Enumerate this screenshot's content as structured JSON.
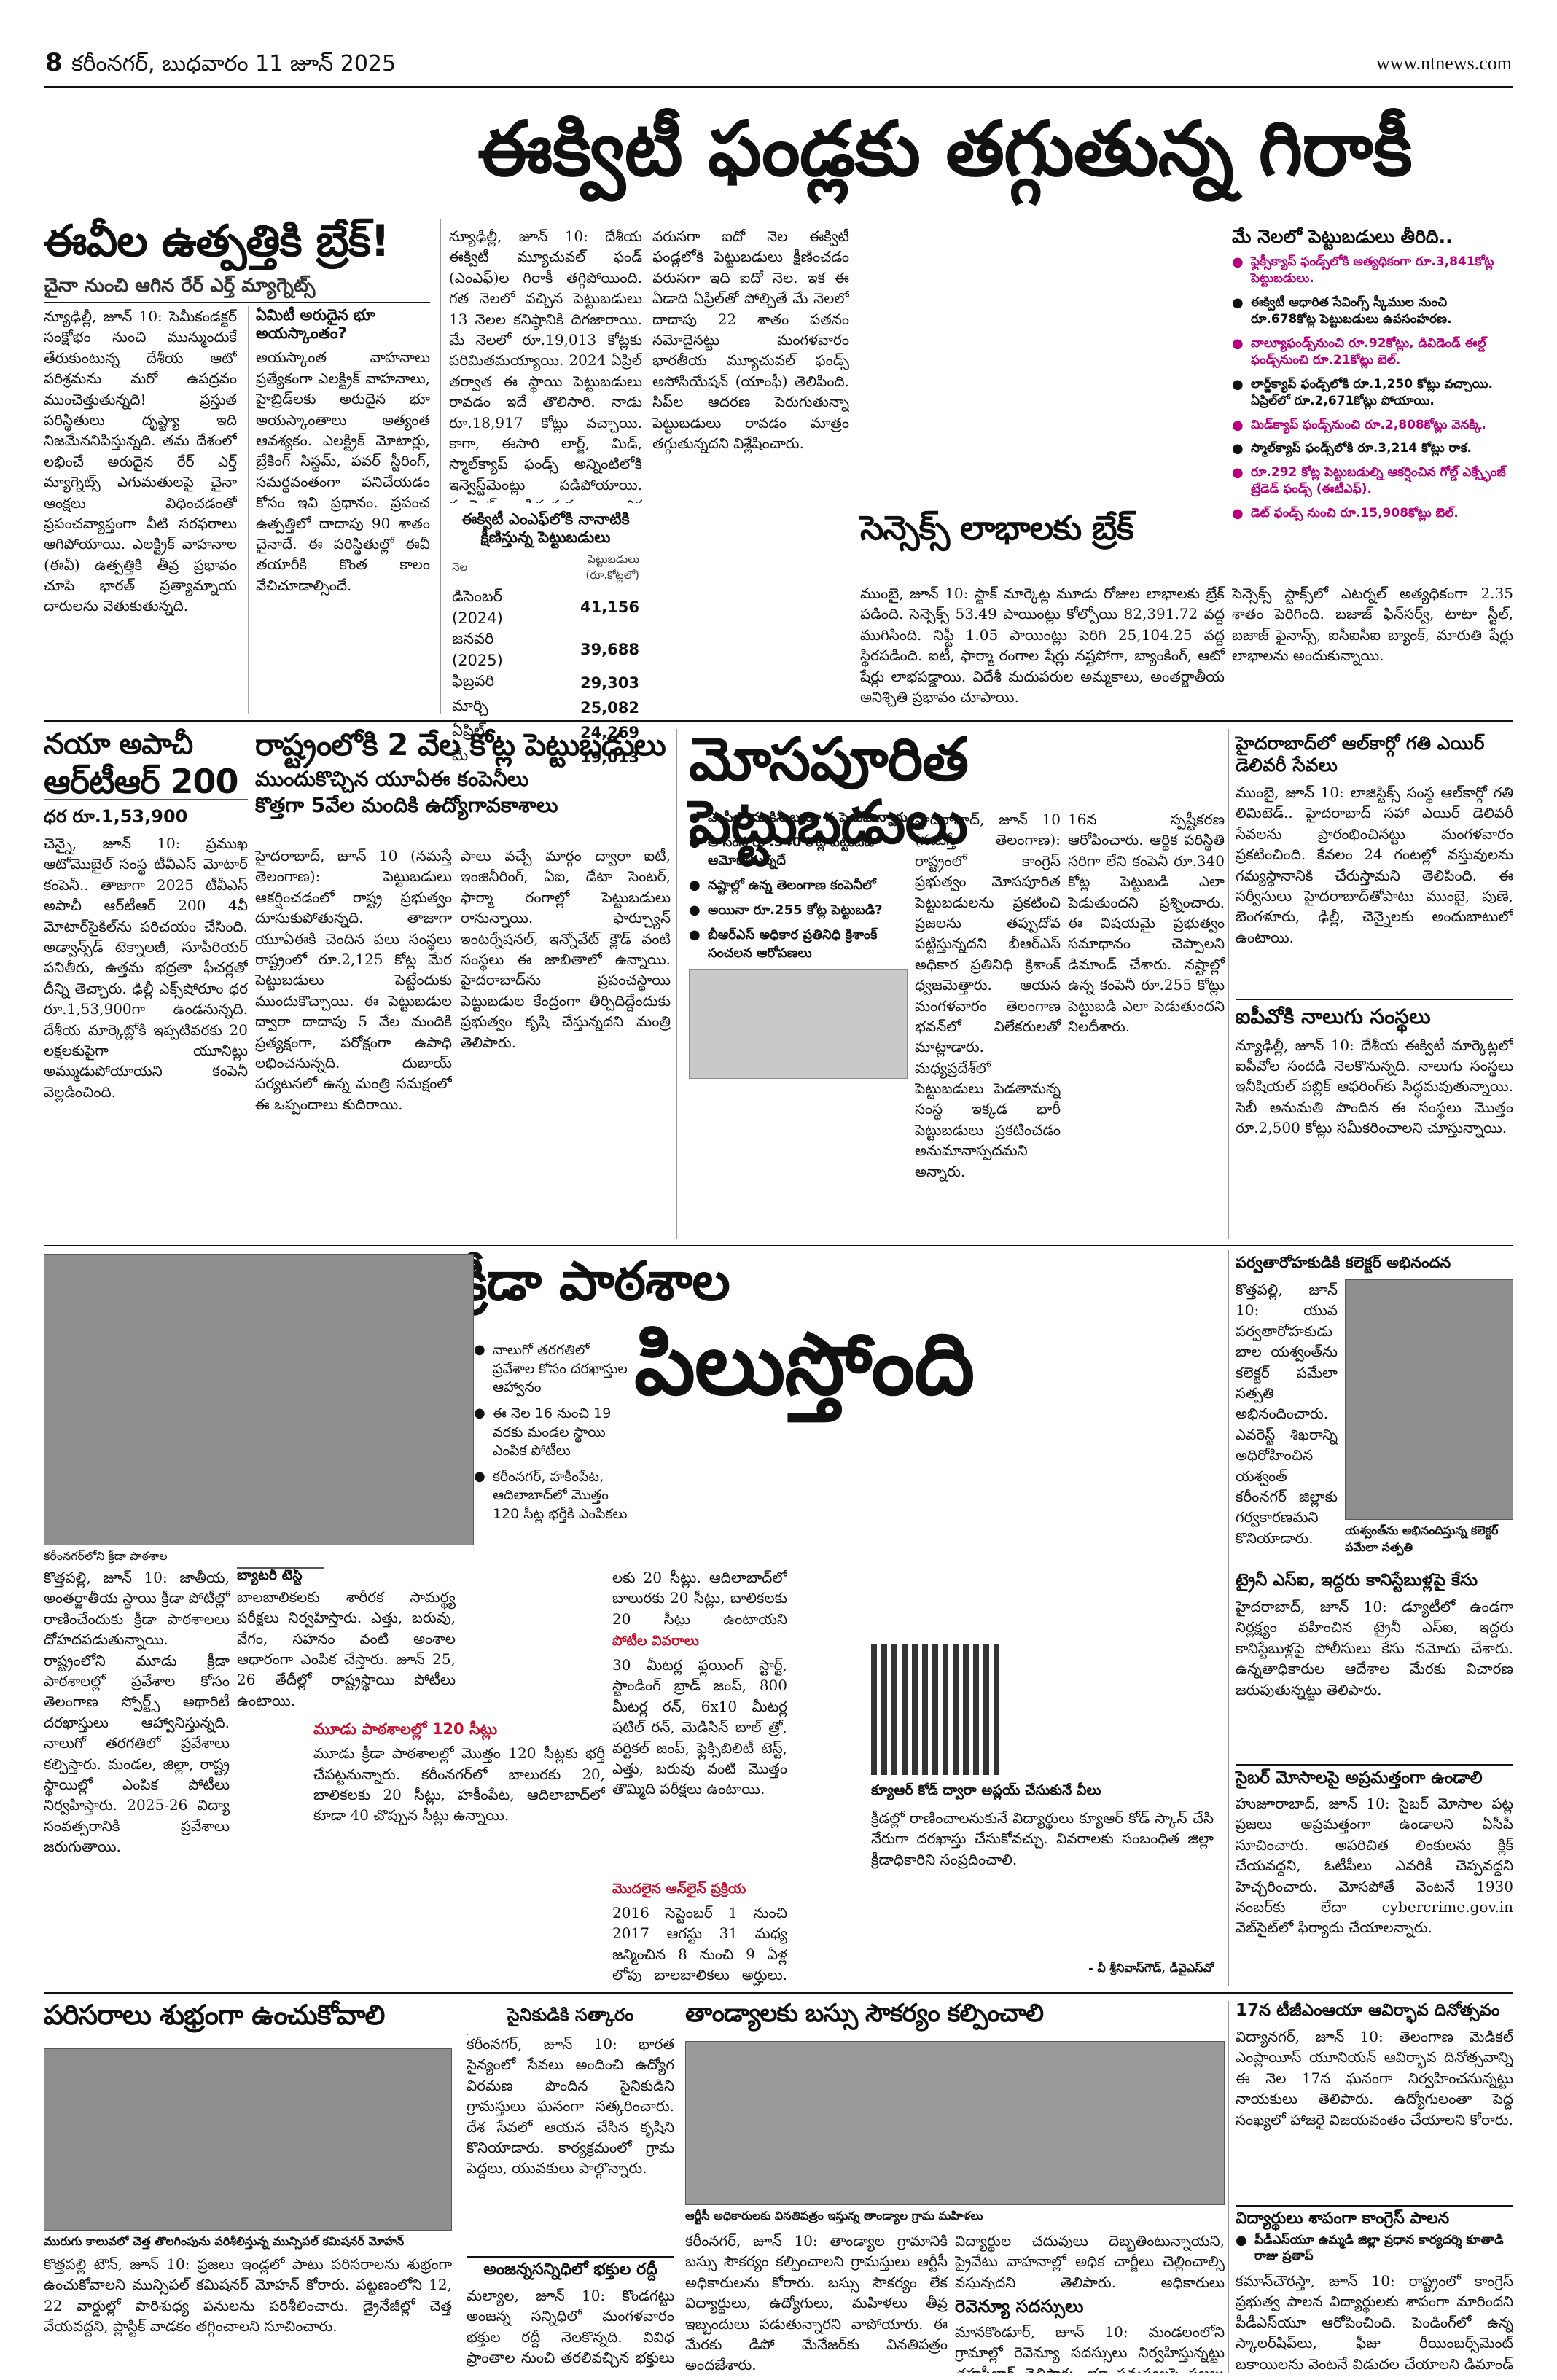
{
  "masthead": {
    "page_number": "8",
    "date_line": "కరీంనగర్, బుధవారం 11 జూన్ 2025",
    "website": "www.ntnews.com"
  },
  "lead": {
    "headline": "ఈక్విటీ ఫండ్లకు తగ్గుతున్న గిరాకీ",
    "sub_headline": "మే నెలలో పెట్టుబడులు తీరిది..",
    "body": "న్యూఢిల్లీ, జూన్ 10: దేశీయ ఈక్విటీ మ్యూచువల్ ఫండ్ (ఎంఎఫ్)ల గిరాకీ తగ్గిపోయింది. గత నెలలో వచ్చిన పెట్టుబడులు 13 నెలల కనిష్ఠానికి దిగజారాయి. మే నెలలో రూ.19,013 కోట్లకు పరిమితమయ్యాయి. 2024 ఏప్రిల్ తర్వాత ఈ స్థాయి పెట్టుబడులు రావడం ఇదే తొలిసారి. నాడు రూ.18,917 కోట్లు వచ్చాయి. కాగా, ఈసారి లార్జ్, మిడ్, స్మాల్‌క్యాప్ ఫండ్స్ అన్నింటిలోకి ఇన్వెస్ట్‌మెంట్లు పడిపోయాయి. మార్కెట్ ఒడిదుడుకులు, ఆర్థిక అనిశ్చితులే కారణమని విశ్లేషకులు అంటున్నారు. ఈక్విటీ ఫండ్లలోకి పెట్టుబడులు క్రితం ఏడాదితో పోల్చితే తగ్గాయి.",
    "body2": "వరుసగా ఐదో నెల ఈక్విటీ ఫండ్లలోకి పెట్టుబడులు క్షీణించడం వరుసగా ఇది ఐదో నెల. ఇక ఈ ఏడాది ఏప్రిల్‌తో పోల్చితే మే నెలలో దాదాపు 22 శాతం పతనం నమోదైనట్టు మంగళవారం భారతీయ మ్యూచువల్ ఫండ్స్ అసోసియేషన్ (యాంఫీ) తెలిపింది. సిప్‌ల ఆదరణ పెరుగుతున్నా పెట్టుబడులు రావడం మాత్రం తగ్గుతున్నదని విశ్లేషించారు.",
    "table_title": "ఈక్విటీ ఎంఎఫ్‌లోకి నానాటికి క్షీణిస్తున్న పెట్టుబడులు",
    "table_col1": "నెల",
    "table_col2": "పెట్టుబడులు (రూ.కోట్లలో)",
    "table_rows": [
      {
        "month": "డిసెంబర్ (2024)",
        "value": "41,156"
      },
      {
        "month": "జనవరి (2025)",
        "value": "39,688"
      },
      {
        "month": "ఫిబ్రవరి",
        "value": "29,303"
      },
      {
        "month": "మార్చి",
        "value": "25,082"
      },
      {
        "month": "ఏప్రిల్",
        "value": "24,269"
      },
      {
        "month": "మే",
        "value": "19,013"
      }
    ],
    "side_items": [
      "ఫ్లెక్సీక్యాప్ ఫండ్స్‌లోకి అత్యధికంగా రూ.3,841కోట్ల పెట్టుబడులు.",
      "ఈక్విటీ ఆధారిత సేవింగ్స్ స్కీముల నుంచి రూ.678కోట్ల పెట్టుబడులు ఉపసంహరణ.",
      "వాల్యూఫండ్స్‌నుంచి రూ.92కోట్లు, డివిడెండ్ ఈల్డ్ ఫండ్స్‌నుంచి రూ.21కోట్లు బెల్.",
      "లార్జ్‌క్యాప్ ఫండ్స్‌లోకి రూ.1,250 కోట్లు వచ్చాయి. ఏప్రిల్‌లో రూ.2,671కోట్లు పోయాయి.",
      "మిడ్‌క్యాప్ ఫండ్స్‌నుంచి రూ.2,808కోట్లు వెనక్కి.",
      "స్మాల్‌క్యాప్ ఫండ్స్‌లోకి రూ.3,214 కోట్లు రాక.",
      "రూ.292 కోట్ల పెట్టుబడుల్ని ఆకర్షించిన గోల్డ్ ఎక్స్ఛేంజ్ ట్రేడెడ్ ఫండ్స్ (ఈటీఎఫ్).",
      "డెట్ ఫండ్స్ నుంచి రూ.15,908కోట్లు బెల్."
    ]
  },
  "evs": {
    "headline": "ఈవీల ఉత్పత్తికి బ్రేక్!",
    "sub": "చైనా నుంచి ఆగిన రేర్ ఎర్త్ మ్యాగ్నెట్స్",
    "body": "న్యూఢిల్లీ, జూన్ 10: సెమీకండక్టర్ సంక్షోభం నుంచి మున్ముందుకే తేరుకుంటున్న దేశీయ ఆటో పరిశ్రమను మరో ఉపద్రవం ముంచెత్తుతున్నది! ప్రస్తుత పరిస్థితులు దృష్ట్యా ఇది నిజమేననిపిస్తున్నది. తమ దేశంలో లభించే అరుదైన రేర్ ఎర్త్ మ్యాగ్నెట్స్ ఎగుమతులపై చైనా ఆంక్షలు విధించడంతో ప్రపంచవ్యాప్తంగా వీటి సరఫరాలు ఆగిపోయాయి. ఎలక్ట్రిక్ వాహనాల (ఈవీ) ఉత్పత్తికి తీవ్ర ప్రభావం చూపి భారత్ ప్రత్యామ్నాయ దారులను వెతుకుతున్నది.",
    "box_title": "ఏమిటీ అరుదైన భూ అయస్కాంతం?",
    "box_body": "అయస్కాంత వాహనాలు ప్రత్యేకంగా ఎలక్ట్రిక్ వాహనాలు, హైబ్రిడ్‌లకు అరుదైన భూ అయస్కాంతాలు అత్యంత ఆవశ్యకం. ఎలక్ట్రిక్ మోటార్లు, బ్రేకింగ్ సిస్టమ్, పవర్ స్టీరింగ్, సమర్థవంతంగా పనిచేయడం కోసం ఇవి ప్రధానం. ప్రపంచ ఉత్పత్తిలో దాదాపు 90 శాతం చైనాదే. ఈ పరిస్థితుల్లో ఈవీ తయారీకి కొంత కాలం వేచిచూడాల్సిందే."
  },
  "apache": {
    "headline_1": "నయా అపాచీ",
    "headline_2": "ఆర్‌టీఆర్ 200",
    "price": "ధర రూ.1,53,900",
    "body": "చెన్నై, జూన్ 10: ప్రముఖ ఆటోమొబైల్ సంస్థ టీవీఎస్ మోటార్ కంపెనీ.. తాజాగా 2025 టీవీఎస్ అపాచీ ఆర్‌టీఆర్ 200 4వీ మోటార్‌సైకిల్‌ను పరిచయం చేసింది. అడ్వాన్స్‌డ్ టెక్నాలజీ, సూపీరియర్ పనితీరు, ఉత్తమ భద్రతా ఫీచర్లతో దీన్ని తెచ్చారు. ఢిల్లీ ఎక్స్‌షోరూం ధర రూ.1,53,900గా ఉండనున్నది. దేశీయ మార్కెట్లోకి ఇప్పటివరకు 20 లక్షలకుపైగా యూనిట్లు అమ్ముడుపోయాయని కంపెనీ వెల్లడించింది."
  },
  "uae": {
    "headline": "రాష్ట్రంలోకి 2 వేల కోట్ల పెట్టుబడులు",
    "sub_1": "ముందుకొచ్చిన యూఏఈ కంపెనీలు",
    "sub_2": "కొత్తగా 5వేల మందికి ఉద్యోగావకాశాలు",
    "body": "హైదరాబాద్, జూన్ 10 (నమస్తే తెలంగాణ): పెట్టుబడులు ఆకర్షించడంలో రాష్ట్ర ప్రభుత్వం దూసుకుపోతున్నది. తాజాగా యూఏఈకి చెందిన పలు సంస్థలు రాష్ట్రంలో రూ.2,125 కోట్ల మేర పెట్టుబడులు పెట్టేందుకు ముందుకొచ్చాయి. ఈ పెట్టుబడుల ద్వారా దాదాపు 5 వేల మందికి ప్రత్యక్షంగా, పరోక్షంగా ఉపాధి లభించనున్నది. దుబాయ్ పర్యటనలో ఉన్న మంత్రి సమక్షంలో ఈ ఒప్పందాలు కుదిరాయి.",
    "body2": "పాలు వచ్చే మార్గం ద్వారా ఐటీ, ఇంజినీరింగ్, ఏఐ, డేటా సెంటర్, ఫార్మా రంగాల్లో పెట్టుబడులు రానున్నాయి. ఫార్చ్యూన్ ఇంటర్నేషనల్, ఇన్నోవేట్ క్లౌడ్ వంటి సంస్థలు ఈ జాబితాలో ఉన్నాయి. హైదరాబాద్‌ను ప్రపంచస్థాయి పెట్టుబడుల కేంద్రంగా తీర్చిదిద్దేందుకు ప్రభుత్వం కృషి చేస్తున్నదని మంత్రి తెలిపారు."
  },
  "sensex": {
    "headline": "సెన్సెక్స్ లాభాలకు బ్రేక్",
    "body": "ముంబై, జూన్ 10: స్టాక్ మార్కెట్ల మూడు రోజుల లాభాలకు బ్రేక్ పడింది. సెన్సెక్స్ 53.49 పాయింట్లు కోల్పోయి 82,391.72 వద్ద ముగిసింది. నిఫ్టీ 1.05 పాయింట్లు పెరిగి 25,104.25 వద్ద స్థిరపడింది. ఐటీ, ఫార్మా రంగాల షేర్లు నష్టపోగా, బ్యాంకింగ్, ఆటో షేర్లు లాభపడ్డాయి. విదేశీ మదుపరుల అమ్మకాలు, అంతర్జాతీయ అనిశ్చితి ప్రభావం చూపాయి.",
    "body2": "సెన్సెక్స్ స్టాక్స్‌లో ఎటర్నల్ అత్యధికంగా 2.35 శాతం పెరిగింది. బజాజ్ ఫిన్‌సర్వ్, టాటా స్టీల్, బజాజ్ ఫైనాన్స్, ఐసీఐసీఐ బ్యాంక్, మారుతి షేర్లు లాభాలను అందుకున్నాయి."
  },
  "fraud": {
    "headline": "మోసపూరిత పెట్టుబడులు",
    "bullets": [
      "ఎంపీలో మాకినీ బయో న పెడుమన్నారు",
      "ఆ సంస్థ రూ.340 కోట్ల పెట్టుబడి ఆమోదానున్నదే",
      "నష్టాల్లో ఉన్న తెలంగాణ కంపెనీలో",
      "అయినా రూ.255 కోట్ల పెట్టుబడి?",
      "బీఆర్ఎస్ అధికార ప్రతినిధి క్రిశాంక్ సంచలన ఆరోపణలు"
    ],
    "body": "హైదరాబాద్, జూన్ 10 (నమస్తే తెలంగాణ): రాష్ట్రంలో కాంగ్రెస్ ప్రభుత్వం మోసపూరిత పెట్టుబడులను ప్రకటించి ప్రజలను తప్పుదోవ పట్టిస్తున్నదని బీఆర్ఎస్ అధికార ప్రతినిధి క్రిశాంక్ ధ్వజమెత్తారు. ఆయన మంగళవారం తెలంగాణ భవన్‌లో విలేకరులతో మాట్లాడారు. మధ్యప్రదేశ్‌లో పెట్టుబడులు పెడతామన్న సంస్థ ఇక్కడ భారీ పెట్టుబడులు ప్రకటించడం అనుమానాస్పదమని అన్నారు.",
    "body2": "16న స్పష్టీకరణ ఆరోపించారు. ఆర్థిక పరిస్థితి సరిగా లేని కంపెనీ రూ.340 కోట్ల పెట్టుబడి ఎలా పెడుతుందని ప్రశ్నించారు. ఈ విషయమై ప్రభుత్వం సమాధానం చెప్పాలని డిమాండ్ చేశారు. నష్టాల్లో ఉన్న కంపెనీ రూ.255 కోట్లు పెట్టుబడి ఎలా పెడుతుందని నిలదీశారు."
  },
  "airindia": {
    "headline": "హైదరాబాద్‌లో ఆల్‌కార్గో గతి ఎయిర్ డెలివరీ సేవలు",
    "body": "ముంబై, జూన్ 10: లాజిస్టిక్స్ సంస్థ ఆల్‌కార్గో గతి లిమిటెడ్.. హైదరాబాద్ సహా ఎయిర్ డెలివరీ సేవలను ప్రారంభించినట్టు మంగళవారం ప్రకటించింది. కేవలం 24 గంటల్లో వస్తువులను గమ్యస్థానానికి చేరుస్తామని తెలిపింది. ఈ సర్వీసులు హైదరాబాద్‌తోపాటు ముంబై, పుణె, బెంగళూరు, ఢిల్లీ, చెన్నైలకు అందుబాటులో ఉంటాయి."
  },
  "ipo": {
    "headline": "ఐపీవోకి నాలుగు సంస్థలు",
    "body": "న్యూఢిల్లీ, జూన్ 10: దేశీయ ఈక్విటీ మార్కెట్లలో ఐపీవోల సందడి నెలకొనున్నది. నాలుగు సంస్థలు ఇనీషియల్ పబ్లిక్ ఆఫరింగ్‌కు సిద్ధమవుతున్నాయి. సెబీ అనుమతి పొందిన ఈ సంస్థలు మొత్తం రూ.2,500 కోట్లు సమీకరించాలని చూస్తున్నాయి."
  },
  "sports": {
    "headline_1": "క్రీడా పాఠశాల",
    "headline_2": "పిలుస్తోంది",
    "bullets": [
      "నాలుగో తరగతిలో ప్రవేశాల కోసం దరఖాస్తుల ఆహ్వానం",
      "ఈ నెల 16 నుంచి 19 వరకు మండల స్థాయి ఎంపిక పోటీలు",
      "కరీంనగర్, హకీంపేట, ఆదిలాబాద్‌లో మొత్తం 120 సీట్ల భర్తీకి ఎంపికలు"
    ],
    "photo_caption": "కరీంనగర్‌లోని క్రీడా పాఠశాల",
    "body": "కొత్తపల్లి, జూన్ 10: జాతీయ, అంతర్జాతీయ స్థాయి క్రీడా పోటీల్లో రాణించేందుకు క్రీడా పాఠశాలలు దోహదపడుతున్నాయి. రాష్ట్రంలోని మూడు క్రీడా పాఠశాలల్లో ప్రవేశాల కోసం తెలంగాణ స్పోర్ట్స్ అథారిటీ దరఖాస్తులు ఆహ్వానిస్తున్నది. నాలుగో తరగతిలో ప్రవేశాలు కల్పిస్తారు. మండల, జిల్లా, రాష్ట్ర స్థాయిల్లో ఎంపిక పోటీలు నిర్వహిస్తారు. 2025-26 విద్యా సంవత్సరానికి ప్రవేశాలు జరుగుతాయి.",
    "box_title": "బ్యాటరీ టెస్ట్",
    "box_body": "బాలబాలికలకు శారీరక సామర్థ్య పరీక్షలు నిర్వహిస్తారు. ఎత్తు, బరువు, వేగం, సహనం వంటి అంశాల ఆధారంగా ఎంపిక చేస్తారు. జూన్ 25, 26 తేదీల్లో రాష్ట్రస్థాయి పోటీలు ఉంటాయి.",
    "seats_title": "మూడు పాఠశాలల్లో 120 సీట్లు",
    "seats_body": "మూడు క్రీడా పాఠశాలల్లో మొత్తం 120 సీట్లకు భర్తీ చేపట్టనున్నారు. కరీంనగర్‌లో బాలురకు 20, బాలికలకు 20 సీట్లు, హకీంపేట, ఆదిలాబాద్‌లో కూడా 40 చొప్పున సీట్లు ఉన్నాయి.",
    "col3_body": "లకు 20 సీట్లు. ఆదిలాబాద్‌లో బాలురకు 20 సీట్లు, బాలికలకు 20 సీట్లు ఉంటాయని అధికారులు తెలిపారు.",
    "eligibility_title": "పోటీల వివరాలు",
    "eligibility_body": "30 మీటర్ల ఫ్లయింగ్ స్టార్ట్, స్టాండింగ్ బ్రాడ్ జంప్, 800 మీటర్ల రన్, 6x10 మీటర్ల షటిల్ రన్, మెడిసిన్ బాల్ త్రో, వర్టికల్ జంప్, ఫ్లెక్సిబిలిటీ టెస్ట్, ఎత్తు, బరువు వంటి మొత్తం తొమ్మిది పరీక్షలు ఉంటాయి.",
    "dates_title": "మొదలైన ఆన్‌లైన్ ప్రక్రియ",
    "dates_body": "2016 సెప్టెంబర్ 1 నుంచి 2017 ఆగస్టు 31 మధ్య జన్మించిన 8 నుంచి 9 ఏళ్ల లోపు బాలబాలికలు అర్హులు. tgss.telangana.gov.in లో దరఖాస్తు చేసుకోవాలి.",
    "qr_title": "క్యూఆర్ కోడ్ ద్వారా అప్లయ్ చేసుకునే వీలు",
    "qr_body": "క్రీడల్లో రాణించాలనుకునే విద్యార్థులు క్యూఆర్ కోడ్ స్కాన్ చేసి నేరుగా దరఖాస్తు చేసుకోవచ్చు. వివరాలకు సంబంధిత జిల్లా క్రీడాధికారిని సంప్రదించాలి.",
    "byline": "- వీ శ్రీనివాస్‌గౌడ్, డీవైఎస్‌వో"
  },
  "collector": {
    "headline": "పర్వతారోహకుడికి కలెక్టర్ అభినందన",
    "body": "కొత్తపల్లి, జూన్ 10: యువ పర్వతారోహకుడు బాల యశ్వంత్‌ను కలెక్టర్ పమేలా సత్పతి అభినందించారు. ఎవరెస్ట్ శిఖరాన్ని అధిరోహించిన యశ్వంత్ కరీంనగర్ జిల్లాకు గర్వకారణమని కొనియాడారు.",
    "photo_caption": "యశ్వంత్‌ను అభినందిస్తున్న కలెక్టర్ పమేలా సత్పతి"
  },
  "case": {
    "headline": "ట్రైనీ ఎస్‌ఐ, ఇద్దరు కానిస్టేబుళ్లపై కేసు",
    "body": "హైదరాబాద్, జూన్ 10: డ్యూటీలో ఉండగా నిర్లక్ష్యం వహించిన ట్రైనీ ఎస్‌ఐ, ఇద్దరు కానిస్టేబుళ్లపై పోలీసులు కేసు నమోదు చేశారు. ఉన్నతాధికారుల ఆదేశాల మేరకు విచారణ జరుపుతున్నట్టు తెలిపారు."
  },
  "cyber": {
    "headline": "సైబర్ మోసాలపై అప్రమత్తంగా ఉండాలి",
    "body": "హుజూరాబాద్, జూన్ 10: సైబర్ మోసాల పట్ల ప్రజలు అప్రమత్తంగా ఉండాలని ఏసీపీ సూచించారు. అపరిచిత లింకులను క్లిక్ చేయవద్దని, ఓటీపీలు ఎవరికీ చెప్పవద్దని హెచ్చరించారు. మోసపోతే వెంటనే 1930 నంబర్‌కు లేదా cybercrime.gov.in వెబ్‌సైట్‌లో ఫిర్యాదు చేయాలన్నారు."
  },
  "mahila": {
    "headline": "17న టీజీఎంఆయా ఆవిర్భావ దినోత్సవం",
    "body": "విద్యానగర్, జూన్ 10: తెలంగాణ మెడికల్ ఎంప్లాయీస్ యూనియన్ ఆవిర్భావ దినోత్సవాన్ని ఈ నెల 17న ఘనంగా నిర్వహించనున్నట్టు నాయకులు తెలిపారు. ఉద్యోగులంతా పెద్ద సంఖ్యలో హాజరై విజయవంతం చేయాలని కోరారు."
  },
  "congress": {
    "headline": "విద్యార్థులు శాపంగా కాంగ్రెస్ పాలన",
    "bullet": "పీడీఎస్‌యూ ఉమ్మడి జిల్లా ప్రధాన కార్యదర్శి కూతాడి రాజు ప్రతాప్",
    "body": "కమాన్‌చౌరస్తా, జూన్ 10: రాష్ట్రంలో కాంగ్రెస్ ప్రభుత్వ పాలన విద్యార్థులకు శాపంగా మారిందని పీడీఎస్‌యూ ఆరోపించింది. పెండింగ్‌లో ఉన్న స్కాలర్‌షిప్‌లు, ఫీజు రీయింబర్స్‌మెంట్ బకాయిలను వెంటనే విడుదల చేయాలని డిమాండ్ చేశారు. ప్రభుత్వ విద్యాసంస్థల్లో మౌలిక సదుపాయాలు కల్పించాలన్నారు."
  },
  "cleanliness": {
    "headline": "పరిసరాలు శుభ్రంగా ఉంచుకోవాలి",
    "photo_caption": "మురుగు కాలువలో చెత్త తొలగింపును పరిశీలిస్తున్న మున్సిపల్ కమిషనర్ మోహన్",
    "body": "కొత్తపల్లి టౌన్, జూన్ 10: ప్రజలు ఇండ్లలో పాటు పరిసరాలను శుభ్రంగా ఉంచుకోవాలని మున్సిపల్ కమిషనర్ మోహన్ కోరారు. పట్టణంలోని 12, 22 వార్డుల్లో పారిశుధ్య పనులను పరిశీలించారు. డ్రైనేజీల్లో చెత్త వేయవద్దని, ప్లాస్టిక్ వాడకం తగ్గించాలని సూచించారు."
  },
  "satkaram": {
    "headline": "సైనికుడికి సత్కారం",
    "body": "కరీంనగర్, జూన్ 10: భారత సైన్యంలో సేవలు అందించి ఉద్యోగ విరమణ పొందిన సైనికుడిని గ్రామస్తులు ఘనంగా సత్కరించారు. దేశ సేవలో ఆయన చేసిన కృషిని కొనియాడారు. కార్యక్రమంలో గ్రామ పెద్దలు, యువకులు పాల్గొన్నారు."
  },
  "anjaneya": {
    "headline": "అంజన్నసన్నిధిలో భక్తుల రద్దీ",
    "body": "మల్యాల, జూన్ 10: కొండగట్టు అంజన్న సన్నిధిలో మంగళవారం భక్తుల రద్దీ నెలకొన్నది. వివిధ ప్రాంతాల నుంచి తరలివచ్చిన భక్తులు స్వామివారిని దర్శించుకుని మొక్కులు చెల్లించుకున్నారు. ఆలయ అధికారులు ఏర్పాట్లు చేశారు."
  },
  "bus": {
    "headline": "తాండ్యాలకు బస్సు సౌకర్యం కల్పించాలి",
    "sub": "ఆర్టీసీ అధికారులకు వినతిపత్రం ఇస్తున్న తాండ్యాల గ్రామ మహిళలు",
    "body": "కరీంనగర్, జూన్ 10: తాండ్యాల గ్రామానికి బస్సు సౌకర్యం కల్పించాలని గ్రామస్తులు ఆర్టీసీ అధికారులను కోరారు. బస్సు సౌకర్యం లేక విద్యార్థులు, ఉద్యోగులు, మహిళలు తీవ్ర ఇబ్బందులు పడుతున్నారని వాపోయారు. ఈ మేరకు డిపో మేనేజర్‌కు వినతిపత్రం అందజేశారు.",
    "body2": "విద్యార్థుల చదువులు దెబ్బతింటున్నాయని, ప్రైవేటు వాహనాల్లో అధిక చార్జీలు చెల్లించాల్సి వస్తున్నదని తెలిపారు. అధికారులు సానుకూలంగా స్పందించారు."
  },
  "revenue": {
    "headline": "రెవెన్యూ సదస్సులు",
    "body": "మానకొండూర్, జూన్ 10: మండలంలోని గ్రామాల్లో రెవెన్యూ సదస్సులు నిర్వహిస్తున్నట్టు తహసీల్దార్ తెలిపారు. భూ సమస్యలపై ప్రజలు దరఖాస్తులు అందజేయాలని సూచించారు. రైతుల సమస్యలను పరిష్కరిస్తామన్నారు."
  }
}
